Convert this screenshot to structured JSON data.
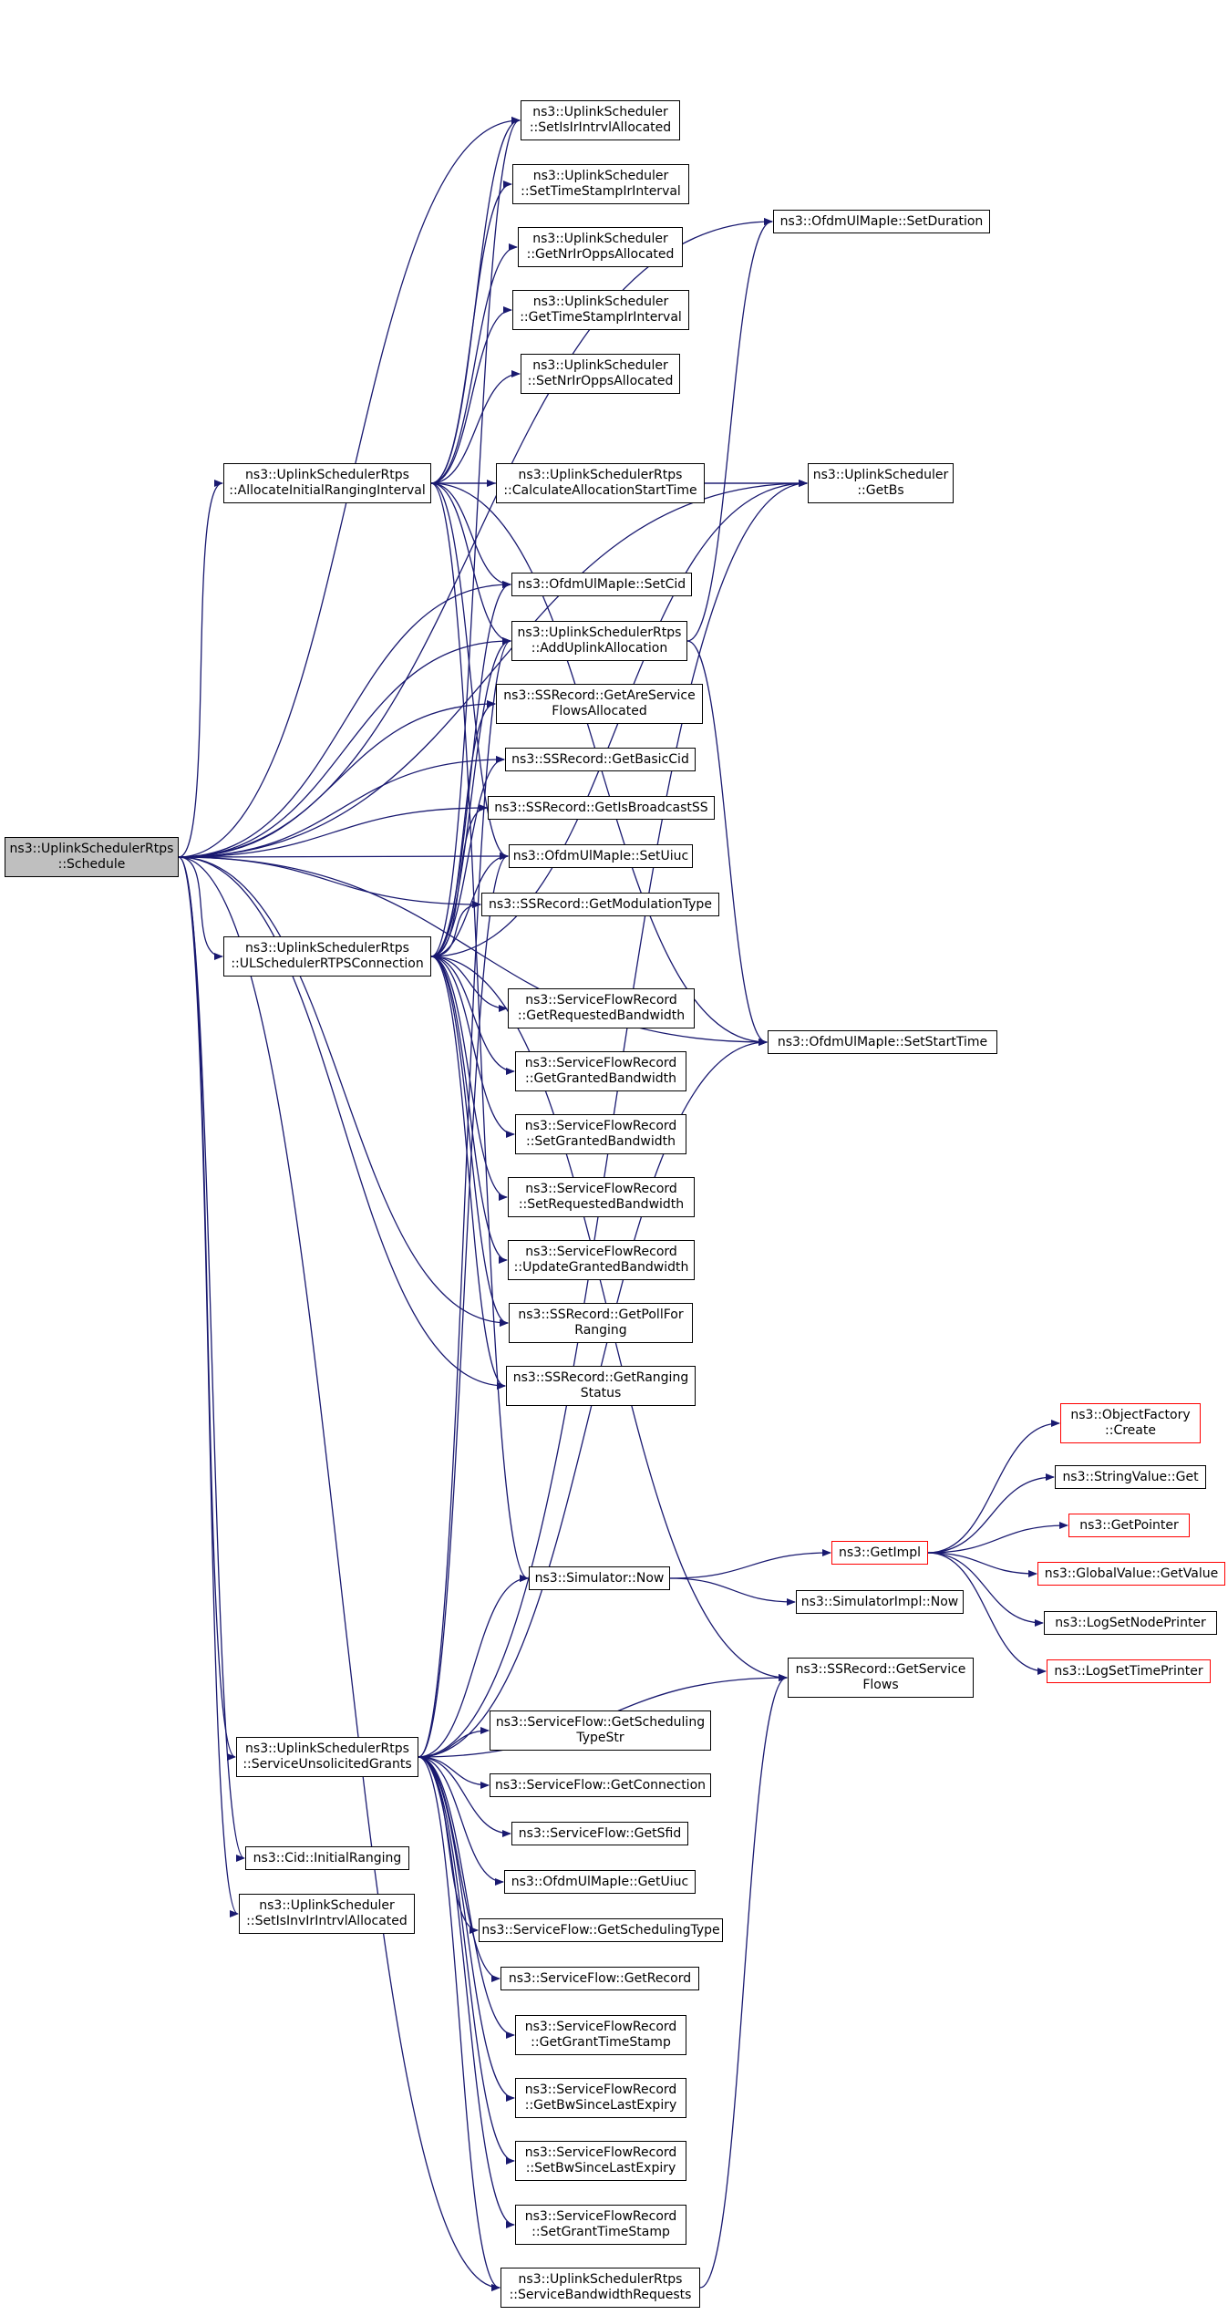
{
  "colors": {
    "edge": "#191970",
    "border": "#000000",
    "root_fill": "#bfbfbf",
    "truncated_border": "#ff0000"
  },
  "nodes": [
    {
      "id": "schedule",
      "lines": [
        "ns3::UplinkSchedulerRtps",
        "::Schedule"
      ],
      "root": true
    },
    {
      "id": "allocinit",
      "lines": [
        "ns3::UplinkSchedulerRtps",
        "::AllocateInitialRangingInterval"
      ]
    },
    {
      "id": "ulrtps",
      "lines": [
        "ns3::UplinkSchedulerRtps",
        "::ULSchedulerRTPSConnection"
      ]
    },
    {
      "id": "unsol",
      "lines": [
        "ns3::UplinkSchedulerRtps",
        "::ServiceUnsolicitedGrants"
      ]
    },
    {
      "id": "initrang",
      "lines": [
        "ns3::Cid::InitialRanging"
      ]
    },
    {
      "id": "setisinv",
      "lines": [
        "ns3::UplinkScheduler",
        "::SetIsInvIrIntrvlAllocated"
      ]
    },
    {
      "id": "setisir",
      "lines": [
        "ns3::UplinkScheduler",
        "::SetIsIrIntrvlAllocated"
      ]
    },
    {
      "id": "settsir",
      "lines": [
        "ns3::UplinkScheduler",
        "::SetTimeStampIrInterval"
      ]
    },
    {
      "id": "getnrir",
      "lines": [
        "ns3::UplinkScheduler",
        "::GetNrIrOppsAllocated"
      ]
    },
    {
      "id": "gettsir",
      "lines": [
        "ns3::UplinkScheduler",
        "::GetTimeStampIrInterval"
      ]
    },
    {
      "id": "setnrir",
      "lines": [
        "ns3::UplinkScheduler",
        "::SetNrIrOppsAllocated"
      ]
    },
    {
      "id": "calcstart",
      "lines": [
        "ns3::UplinkSchedulerRtps",
        "::CalculateAllocationStartTime"
      ]
    },
    {
      "id": "setcid",
      "lines": [
        "ns3::OfdmUlMapIe::SetCid"
      ]
    },
    {
      "id": "adduplink",
      "lines": [
        "ns3::UplinkSchedulerRtps",
        "::AddUplinkAllocation"
      ]
    },
    {
      "id": "getare",
      "lines": [
        "ns3::SSRecord::GetAreService",
        "FlowsAllocated"
      ]
    },
    {
      "id": "getbasic",
      "lines": [
        "ns3::SSRecord::GetBasicCid"
      ]
    },
    {
      "id": "getisbc",
      "lines": [
        "ns3::SSRecord::GetIsBroadcastSS"
      ]
    },
    {
      "id": "setuiuc",
      "lines": [
        "ns3::OfdmUlMapIe::SetUiuc"
      ]
    },
    {
      "id": "getmod",
      "lines": [
        "ns3::SSRecord::GetModulationType"
      ]
    },
    {
      "id": "getreqbw",
      "lines": [
        "ns3::ServiceFlowRecord",
        "::GetRequestedBandwidth"
      ]
    },
    {
      "id": "getgrbw",
      "lines": [
        "ns3::ServiceFlowRecord",
        "::GetGrantedBandwidth"
      ]
    },
    {
      "id": "setgrbw",
      "lines": [
        "ns3::ServiceFlowRecord",
        "::SetGrantedBandwidth"
      ]
    },
    {
      "id": "setreqbw",
      "lines": [
        "ns3::ServiceFlowRecord",
        "::SetRequestedBandwidth"
      ]
    },
    {
      "id": "updgrbw",
      "lines": [
        "ns3::ServiceFlowRecord",
        "::UpdateGrantedBandwidth"
      ]
    },
    {
      "id": "getpoll",
      "lines": [
        "ns3::SSRecord::GetPollFor",
        "Ranging"
      ]
    },
    {
      "id": "getrangst",
      "lines": [
        "ns3::SSRecord::GetRanging",
        "Status"
      ]
    },
    {
      "id": "simnow",
      "lines": [
        "ns3::Simulator::Now"
      ]
    },
    {
      "id": "getsflows",
      "lines": [
        "ns3::SSRecord::GetService",
        "Flows"
      ]
    },
    {
      "id": "getschstr",
      "lines": [
        "ns3::ServiceFlow::GetScheduling",
        "TypeStr"
      ]
    },
    {
      "id": "getconn",
      "lines": [
        "ns3::ServiceFlow::GetConnection"
      ]
    },
    {
      "id": "getsfid",
      "lines": [
        "ns3::ServiceFlow::GetSfid"
      ]
    },
    {
      "id": "getuiuc",
      "lines": [
        "ns3::OfdmUlMapIe::GetUiuc"
      ]
    },
    {
      "id": "getschtype",
      "lines": [
        "ns3::ServiceFlow::GetSchedulingType"
      ]
    },
    {
      "id": "getrecord",
      "lines": [
        "ns3::ServiceFlow::GetRecord"
      ]
    },
    {
      "id": "getgrantts",
      "lines": [
        "ns3::ServiceFlowRecord",
        "::GetGrantTimeStamp"
      ]
    },
    {
      "id": "getbwsince",
      "lines": [
        "ns3::ServiceFlowRecord",
        "::GetBwSinceLastExpiry"
      ]
    },
    {
      "id": "setbwsince",
      "lines": [
        "ns3::ServiceFlowRecord",
        "::SetBwSinceLastExpiry"
      ]
    },
    {
      "id": "setgrantts",
      "lines": [
        "ns3::ServiceFlowRecord",
        "::SetGrantTimeStamp"
      ]
    },
    {
      "id": "bwreq",
      "lines": [
        "ns3::UplinkSchedulerRtps",
        "::ServiceBandwidthRequests"
      ]
    },
    {
      "id": "setdur",
      "lines": [
        "ns3::OfdmUlMapIe::SetDuration"
      ]
    },
    {
      "id": "getbs",
      "lines": [
        "ns3::UplinkScheduler",
        "::GetBs"
      ]
    },
    {
      "id": "setstart",
      "lines": [
        "ns3::OfdmUlMapIe::SetStartTime"
      ]
    },
    {
      "id": "getimpl",
      "lines": [
        "ns3::GetImpl"
      ],
      "truncated": true
    },
    {
      "id": "simimplnow",
      "lines": [
        "ns3::SimulatorImpl::Now"
      ]
    },
    {
      "id": "objfact",
      "lines": [
        "ns3::ObjectFactory",
        "::Create"
      ],
      "truncated": true
    },
    {
      "id": "strval",
      "lines": [
        "ns3::StringValue::Get"
      ]
    },
    {
      "id": "getptr",
      "lines": [
        "ns3::GetPointer"
      ],
      "truncated": true
    },
    {
      "id": "gvget",
      "lines": [
        "ns3::GlobalValue::GetValue"
      ],
      "truncated": true
    },
    {
      "id": "lognode",
      "lines": [
        "ns3::LogSetNodePrinter"
      ]
    },
    {
      "id": "logtime",
      "lines": [
        "ns3::LogSetTimePrinter"
      ],
      "truncated": true
    }
  ],
  "edges": [
    [
      "schedule",
      "allocinit"
    ],
    [
      "schedule",
      "ulrtps"
    ],
    [
      "schedule",
      "unsol"
    ],
    [
      "schedule",
      "initrang"
    ],
    [
      "schedule",
      "setisinv"
    ],
    [
      "schedule",
      "setisir"
    ],
    [
      "schedule",
      "setdur"
    ],
    [
      "schedule",
      "getbs"
    ],
    [
      "schedule",
      "setcid"
    ],
    [
      "schedule",
      "adduplink"
    ],
    [
      "schedule",
      "getare"
    ],
    [
      "schedule",
      "getbasic"
    ],
    [
      "schedule",
      "getisbc"
    ],
    [
      "schedule",
      "setuiuc"
    ],
    [
      "schedule",
      "getmod"
    ],
    [
      "schedule",
      "getpoll"
    ],
    [
      "schedule",
      "getrangst"
    ],
    [
      "schedule",
      "setstart"
    ],
    [
      "schedule",
      "bwreq"
    ],
    [
      "allocinit",
      "setisir"
    ],
    [
      "allocinit",
      "settsir"
    ],
    [
      "allocinit",
      "getnrir"
    ],
    [
      "allocinit",
      "gettsir"
    ],
    [
      "allocinit",
      "setnrir"
    ],
    [
      "allocinit",
      "calcstart"
    ],
    [
      "allocinit",
      "getbs"
    ],
    [
      "allocinit",
      "setcid"
    ],
    [
      "allocinit",
      "adduplink"
    ],
    [
      "allocinit",
      "setuiuc"
    ],
    [
      "allocinit",
      "setstart"
    ],
    [
      "allocinit",
      "simnow"
    ],
    [
      "calcstart",
      "getbs"
    ],
    [
      "adduplink",
      "setdur"
    ],
    [
      "adduplink",
      "setstart"
    ],
    [
      "ulrtps",
      "setisir"
    ],
    [
      "ulrtps",
      "setcid"
    ],
    [
      "ulrtps",
      "adduplink"
    ],
    [
      "ulrtps",
      "getare"
    ],
    [
      "ulrtps",
      "getbasic"
    ],
    [
      "ulrtps",
      "getisbc"
    ],
    [
      "ulrtps",
      "setuiuc"
    ],
    [
      "ulrtps",
      "getmod"
    ],
    [
      "ulrtps",
      "getbs"
    ],
    [
      "ulrtps",
      "getreqbw"
    ],
    [
      "ulrtps",
      "getgrbw"
    ],
    [
      "ulrtps",
      "setgrbw"
    ],
    [
      "ulrtps",
      "setreqbw"
    ],
    [
      "ulrtps",
      "updgrbw"
    ],
    [
      "ulrtps",
      "getpoll"
    ],
    [
      "ulrtps",
      "getrangst"
    ],
    [
      "ulrtps",
      "getsflows"
    ],
    [
      "unsol",
      "adduplink"
    ],
    [
      "unsol",
      "setuiuc"
    ],
    [
      "unsol",
      "getbs"
    ],
    [
      "unsol",
      "setstart"
    ],
    [
      "unsol",
      "simnow"
    ],
    [
      "unsol",
      "getsflows"
    ],
    [
      "unsol",
      "getschstr"
    ],
    [
      "unsol",
      "getconn"
    ],
    [
      "unsol",
      "getsfid"
    ],
    [
      "unsol",
      "getuiuc"
    ],
    [
      "unsol",
      "getschtype"
    ],
    [
      "unsol",
      "getrecord"
    ],
    [
      "unsol",
      "getgrantts"
    ],
    [
      "unsol",
      "getbwsince"
    ],
    [
      "unsol",
      "setbwsince"
    ],
    [
      "unsol",
      "setgrantts"
    ],
    [
      "unsol",
      "bwreq"
    ],
    [
      "bwreq",
      "getsflows"
    ],
    [
      "simnow",
      "getimpl"
    ],
    [
      "simnow",
      "simimplnow"
    ],
    [
      "getimpl",
      "objfact"
    ],
    [
      "getimpl",
      "strval"
    ],
    [
      "getimpl",
      "getptr"
    ],
    [
      "getimpl",
      "gvget"
    ],
    [
      "getimpl",
      "lognode"
    ],
    [
      "getimpl",
      "logtime"
    ]
  ]
}
